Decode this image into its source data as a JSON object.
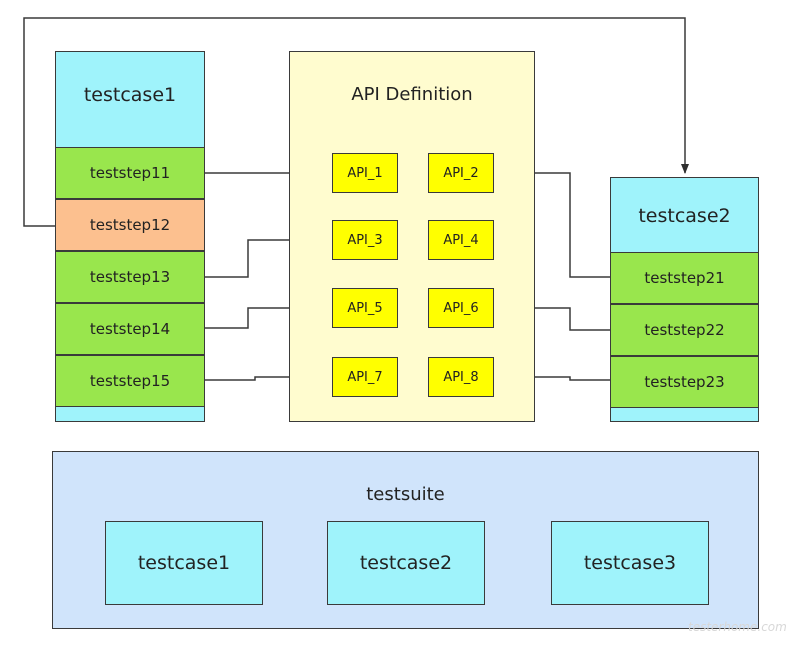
{
  "testcase1": {
    "title": "testcase1",
    "steps": [
      "teststep11",
      "teststep12",
      "teststep13",
      "teststep14",
      "teststep15"
    ]
  },
  "api_definition": {
    "title": "API Definition",
    "apis": [
      "API_1",
      "API_2",
      "API_3",
      "API_4",
      "API_5",
      "API_6",
      "API_7",
      "API_8"
    ]
  },
  "testcase2": {
    "title": "testcase2",
    "steps": [
      "teststep21",
      "teststep22",
      "teststep23"
    ]
  },
  "testsuite": {
    "title": "testsuite",
    "cases": [
      "testcase1",
      "testcase2",
      "testcase3"
    ]
  },
  "watermark": "testerhome.com",
  "colors": {
    "header_cyan": "#9ff3fb",
    "step_green": "#99e64d",
    "step_highlight": "#fcc08f",
    "api_panel": "#fffccf",
    "api_box": "#ffff00",
    "suite_bg": "#d0e4fb"
  }
}
